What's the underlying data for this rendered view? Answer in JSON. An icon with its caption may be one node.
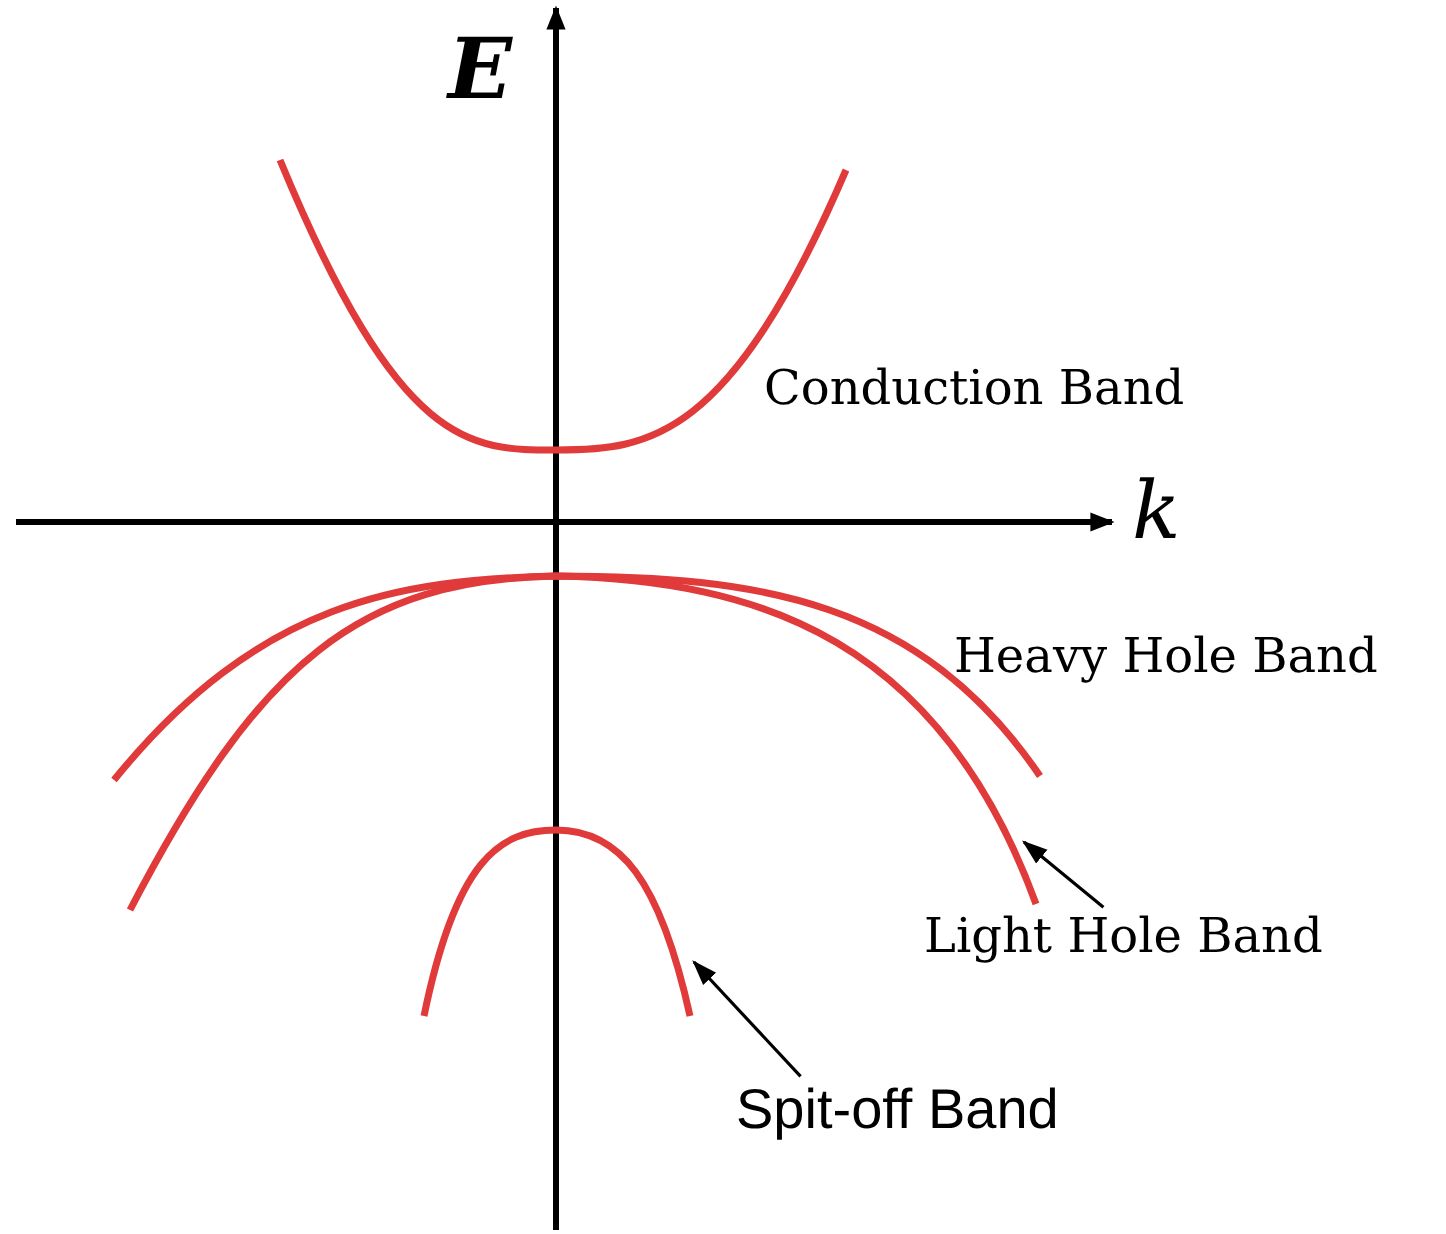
{
  "diagram": {
    "nodes": [
      {
        "text": [
          "Light Hole Band"
        ]
      },
      {
        "text": [],
        "shape": "curve"
      },
      {
        "text": [
          "Spit-off Band"
        ]
      },
      {
        "text": [],
        "shape": "curve"
      }
    ],
    "edges": [
      {
        "from": 0,
        "to": 1,
        "arrow": "to"
      },
      {
        "from": 2,
        "to": 3,
        "arrow": "to"
      }
    ],
    "labels": [
      "E",
      "Conduction Band",
      "k",
      "Heavy Hole Band"
    ]
  }
}
